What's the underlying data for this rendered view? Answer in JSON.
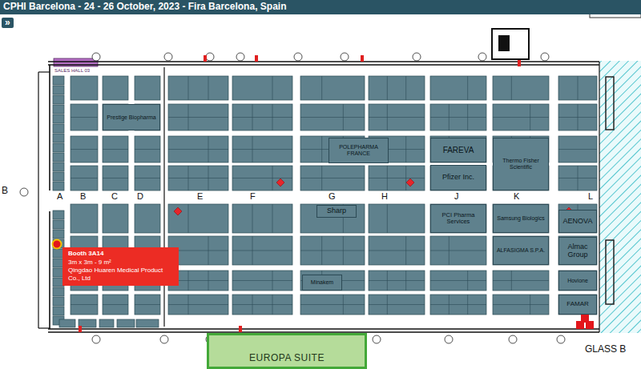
{
  "diagram": {
    "title": "CPHI Barcelona - 24 - 26 October, 2023 - Fira Barcelona, Spain",
    "nodes": [
      {
        "text": [
          "Prestige Biopharma"
        ]
      },
      {
        "text": [
          "POLEPHARMA FRANCE"
        ]
      },
      {
        "text": [
          "FAREVA"
        ]
      },
      {
        "text": [
          "Thermo Fisher Scientific"
        ]
      },
      {
        "text": [
          "Pfizer Inc."
        ]
      },
      {
        "text": [
          "Sharp"
        ]
      },
      {
        "text": [
          "PCI Pharma Services"
        ]
      },
      {
        "text": [
          "Samsung Biologics"
        ]
      },
      {
        "text": [
          "AENOVA"
        ]
      },
      {
        "text": [
          "ALFASIGMA S.P.A."
        ]
      },
      {
        "text": [
          "Almac Group"
        ]
      },
      {
        "text": [
          "Booth 3A14",
          "3m x 3m - 9 m²",
          "Qingdao Huaren Medical Product Co., Ltd"
        ]
      },
      {
        "text": [
          "Hovione"
        ]
      },
      {
        "text": [
          "Minakem"
        ]
      },
      {
        "text": [
          "FAMAR"
        ]
      },
      {
        "text": [
          "EUROPA SUITE"
        ]
      }
    ],
    "labels": [
      "»",
      "SALES HALL 03",
      "B",
      "A",
      "B",
      "C",
      "D",
      "E",
      "F",
      "G",
      "H",
      "J",
      "K",
      "L",
      "GLASS B"
    ]
  }
}
